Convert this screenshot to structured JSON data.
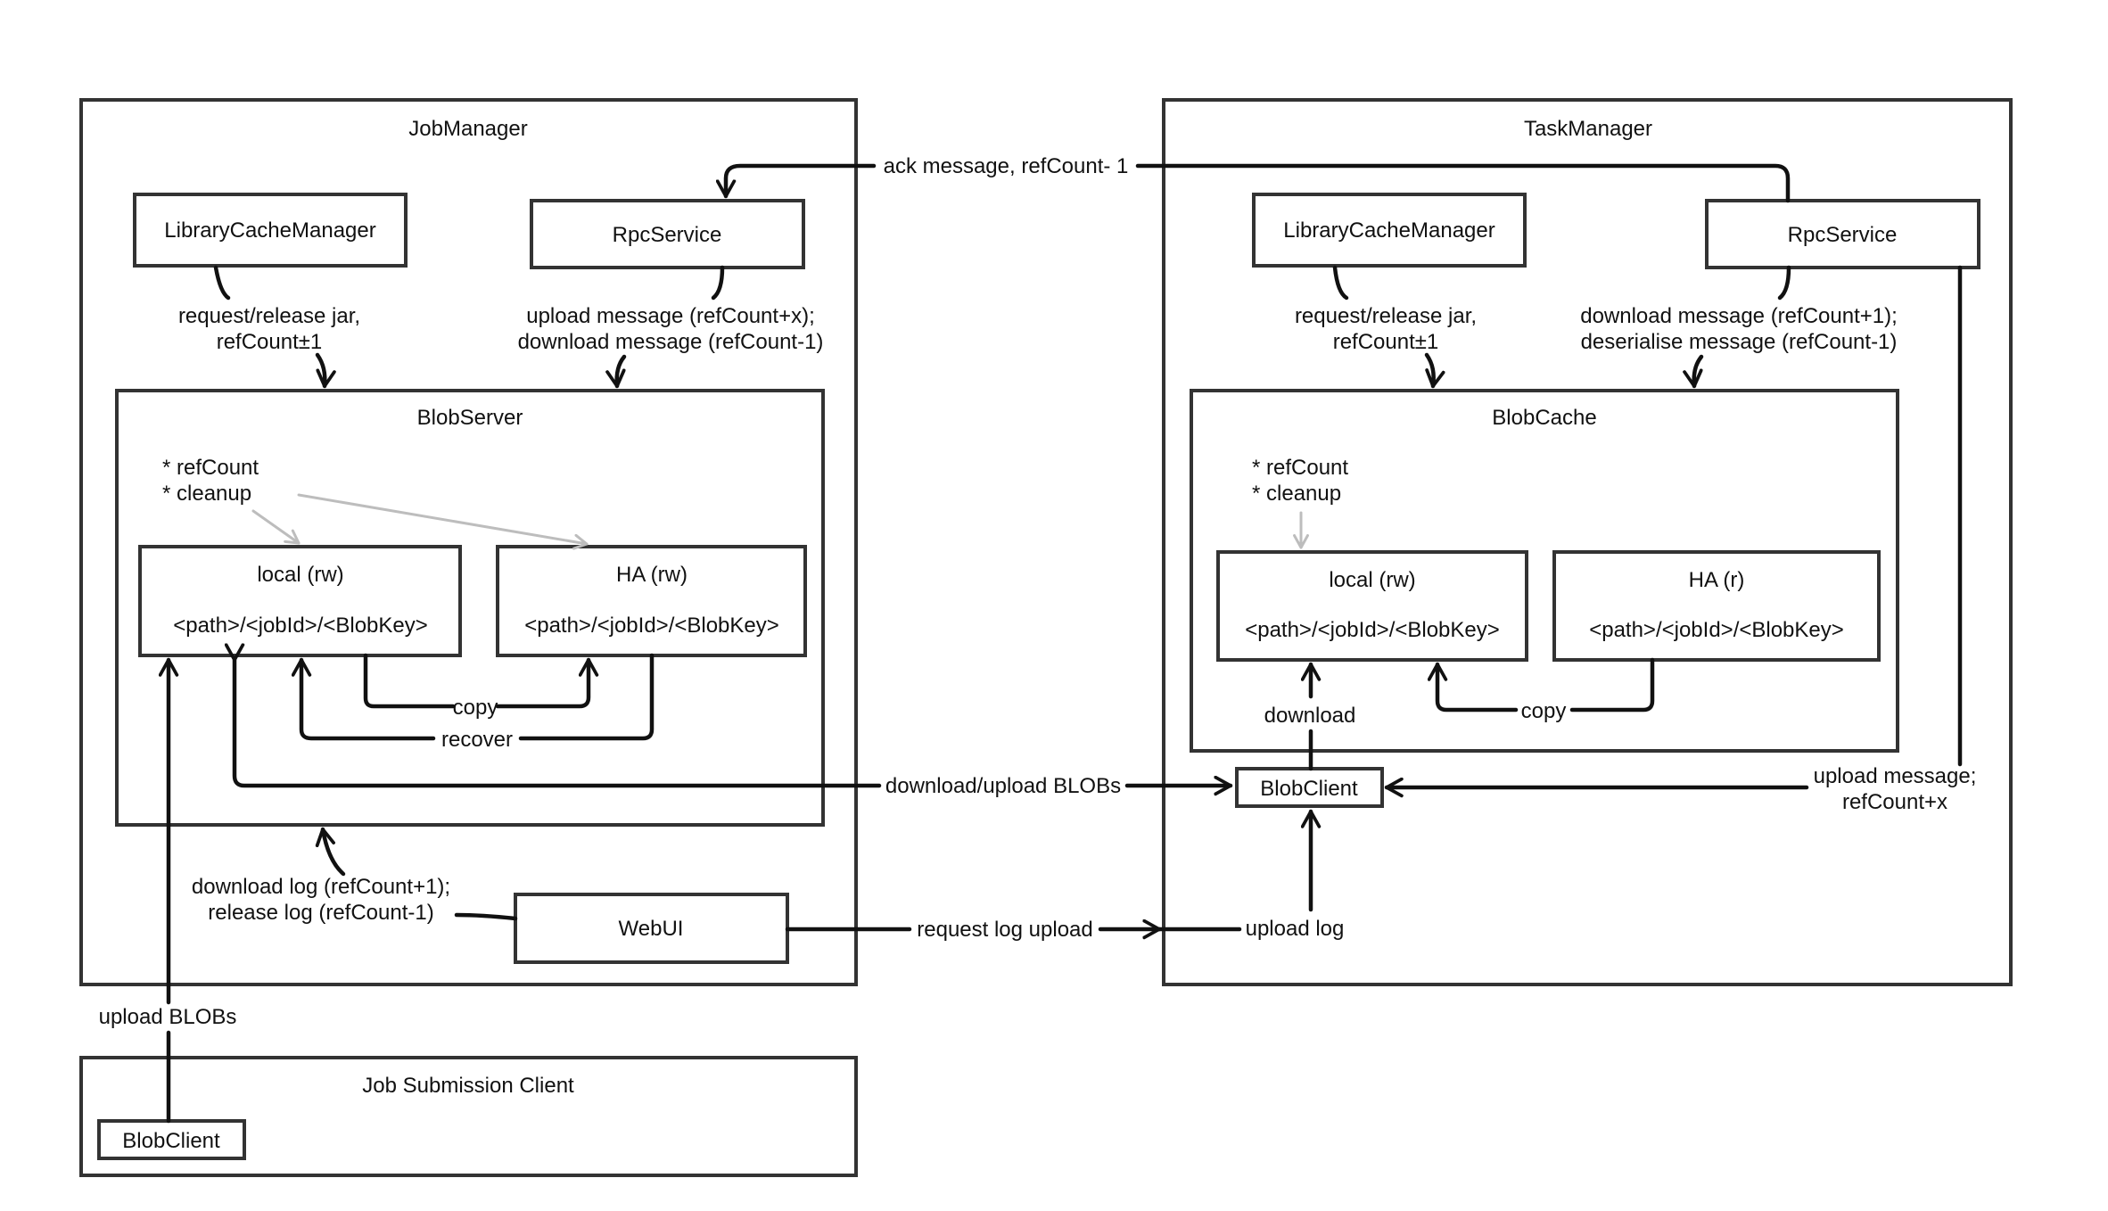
{
  "job_manager": {
    "title": "JobManager",
    "library_cache_manager": "LibraryCacheManager",
    "rpc_service": "RpcService",
    "lcm_edge_line1": "request/release jar,",
    "lcm_edge_line2": "refCount±1",
    "rpc_edge_line1": "upload message (refCount+x);",
    "rpc_edge_line2": "download message (refCount-1)",
    "blob_server": {
      "title": "BlobServer",
      "note_line1": "* refCount",
      "note_line2": "* cleanup",
      "local_title": "local (rw)",
      "local_path": "<path>/<jobId>/<BlobKey>",
      "ha_title": "HA (rw)",
      "ha_path": "<path>/<jobId>/<BlobKey>",
      "copy_label": "copy",
      "recover_label": "recover"
    },
    "webui": "WebUI",
    "webui_edge_line1": "download log (refCount+1);",
    "webui_edge_line2": "release log (refCount-1)"
  },
  "task_manager": {
    "title": "TaskManager",
    "library_cache_manager": "LibraryCacheManager",
    "rpc_service": "RpcService",
    "lcm_edge_line1": "request/release jar,",
    "lcm_edge_line2": "refCount±1",
    "rpc_edge_line1": "download message (refCount+1);",
    "rpc_edge_line2": "deserialise message (refCount-1)",
    "blob_cache": {
      "title": "BlobCache",
      "note_line1": "* refCount",
      "note_line2": "* cleanup",
      "local_title": "local (rw)",
      "local_path": "<path>/<jobId>/<BlobKey>",
      "ha_title": "HA (r)",
      "ha_path": "<path>/<jobId>/<BlobKey>",
      "copy_label": "copy",
      "download_label": "download"
    },
    "blob_client": "BlobClient",
    "upload_message_line1": "upload message;",
    "upload_message_line2": "refCount+x",
    "upload_log_label": "upload log"
  },
  "cross_edges": {
    "ack_message": "ack message, refCount- 1",
    "download_upload_blobs": "download/upload BLOBs",
    "request_log_upload": "request log upload",
    "upload_blobs": "upload BLOBs"
  },
  "job_submission_client": {
    "title": "Job Submission Client",
    "blob_client": "BlobClient"
  },
  "colors": {
    "stroke": "#333333",
    "edge": "#111111",
    "note_arrow": "#bdbdbd",
    "background": "#ffffff"
  }
}
